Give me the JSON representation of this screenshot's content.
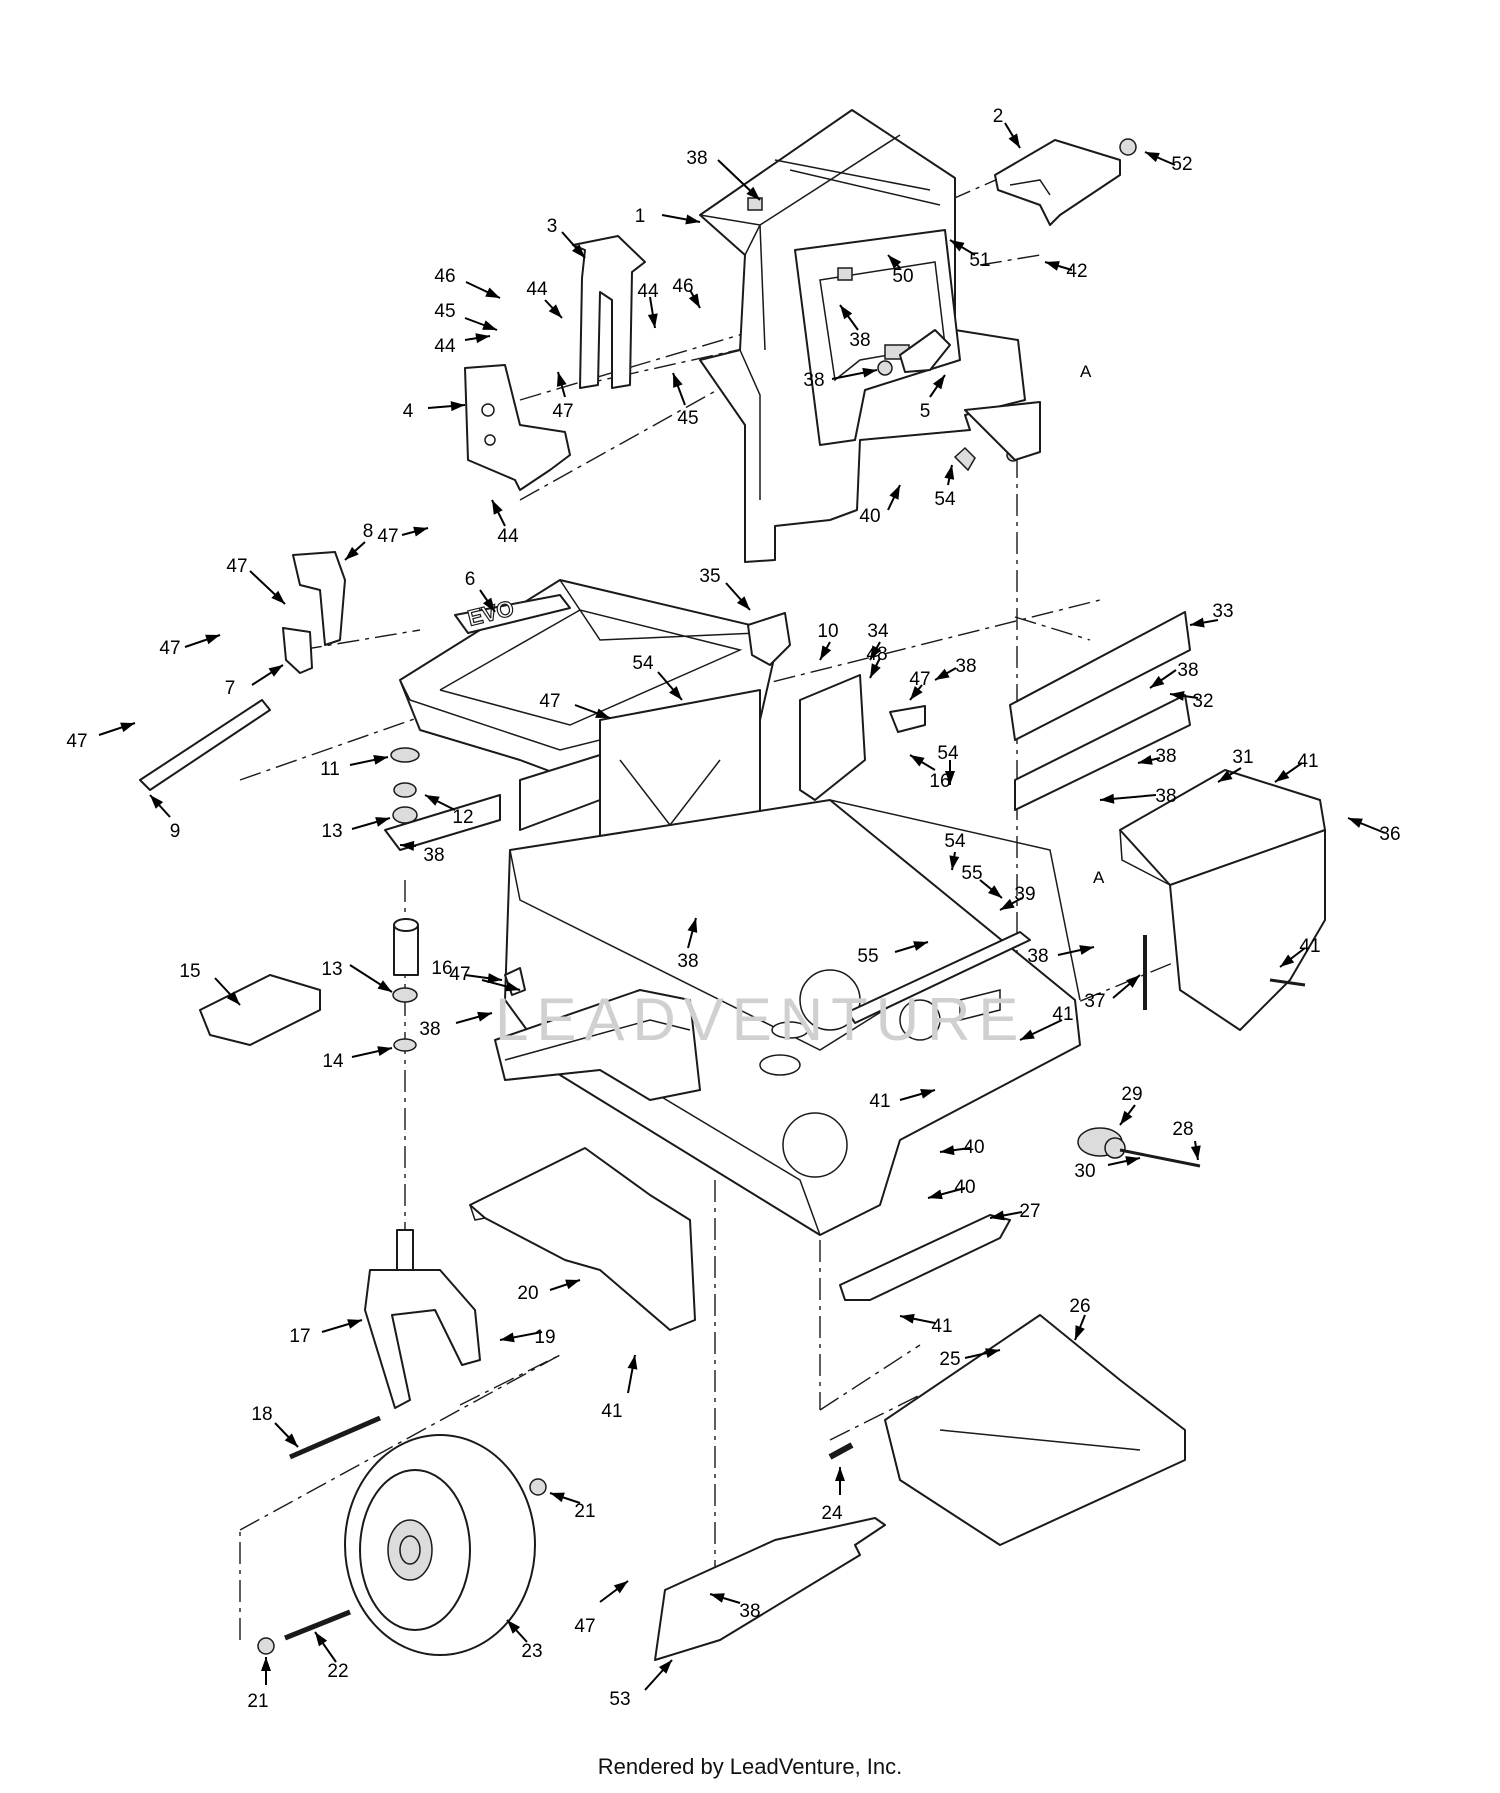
{
  "footer": {
    "credit": "Rendered by LeadVenture, Inc."
  },
  "brand_text": "EVO",
  "watermark": {
    "text": "LEADVENTURE",
    "color": "#d0d0d0"
  },
  "section_markers": [
    "A",
    "A"
  ],
  "callouts": [
    {
      "id": "c1",
      "label": "1"
    },
    {
      "id": "c2",
      "label": "2"
    },
    {
      "id": "c3",
      "label": "3"
    },
    {
      "id": "c4",
      "label": "4"
    },
    {
      "id": "c5",
      "label": "5"
    },
    {
      "id": "c6",
      "label": "6"
    },
    {
      "id": "c7",
      "label": "7"
    },
    {
      "id": "c8",
      "label": "8"
    },
    {
      "id": "c9",
      "label": "9"
    },
    {
      "id": "c10",
      "label": "10"
    },
    {
      "id": "c11",
      "label": "11"
    },
    {
      "id": "c12",
      "label": "12"
    },
    {
      "id": "c13a",
      "label": "13"
    },
    {
      "id": "c13b",
      "label": "13"
    },
    {
      "id": "c14",
      "label": "14"
    },
    {
      "id": "c15",
      "label": "15"
    },
    {
      "id": "c16a",
      "label": "16"
    },
    {
      "id": "c16b",
      "label": "16"
    },
    {
      "id": "c17",
      "label": "17"
    },
    {
      "id": "c18",
      "label": "18"
    },
    {
      "id": "c19",
      "label": "19"
    },
    {
      "id": "c20",
      "label": "20"
    },
    {
      "id": "c21a",
      "label": "21"
    },
    {
      "id": "c21b",
      "label": "21"
    },
    {
      "id": "c22",
      "label": "22"
    },
    {
      "id": "c23",
      "label": "23"
    },
    {
      "id": "c24",
      "label": "24"
    },
    {
      "id": "c25",
      "label": "25"
    },
    {
      "id": "c26",
      "label": "26"
    },
    {
      "id": "c27",
      "label": "27"
    },
    {
      "id": "c28",
      "label": "28"
    },
    {
      "id": "c29",
      "label": "29"
    },
    {
      "id": "c30",
      "label": "30"
    },
    {
      "id": "c31",
      "label": "31"
    },
    {
      "id": "c32",
      "label": "32"
    },
    {
      "id": "c33",
      "label": "33"
    },
    {
      "id": "c34",
      "label": "34"
    },
    {
      "id": "c35",
      "label": "35"
    },
    {
      "id": "c36",
      "label": "36"
    },
    {
      "id": "c37",
      "label": "37"
    },
    {
      "id": "c38a",
      "label": "38"
    },
    {
      "id": "c38b",
      "label": "38"
    },
    {
      "id": "c38c",
      "label": "38"
    },
    {
      "id": "c38d",
      "label": "38"
    },
    {
      "id": "c38e",
      "label": "38"
    },
    {
      "id": "c38f",
      "label": "38"
    },
    {
      "id": "c38g",
      "label": "38"
    },
    {
      "id": "c38h",
      "label": "38"
    },
    {
      "id": "c38i",
      "label": "38"
    },
    {
      "id": "c38j",
      "label": "38"
    },
    {
      "id": "c38k",
      "label": "38"
    },
    {
      "id": "c38l",
      "label": "38"
    },
    {
      "id": "c39",
      "label": "39"
    },
    {
      "id": "c40a",
      "label": "40"
    },
    {
      "id": "c40b",
      "label": "40"
    },
    {
      "id": "c40c",
      "label": "40"
    },
    {
      "id": "c41a",
      "label": "41"
    },
    {
      "id": "c41b",
      "label": "41"
    },
    {
      "id": "c41c",
      "label": "41"
    },
    {
      "id": "c41d",
      "label": "41"
    },
    {
      "id": "c41e",
      "label": "41"
    },
    {
      "id": "c41f",
      "label": "41"
    },
    {
      "id": "c42",
      "label": "42"
    },
    {
      "id": "c43",
      "label": "43"
    },
    {
      "id": "c44a",
      "label": "44"
    },
    {
      "id": "c44b",
      "label": "44"
    },
    {
      "id": "c44c",
      "label": "44"
    },
    {
      "id": "c44d",
      "label": "44"
    },
    {
      "id": "c45a",
      "label": "45"
    },
    {
      "id": "c45b",
      "label": "45"
    },
    {
      "id": "c46a",
      "label": "46"
    },
    {
      "id": "c46b",
      "label": "46"
    },
    {
      "id": "c47a",
      "label": "47"
    },
    {
      "id": "c47b",
      "label": "47"
    },
    {
      "id": "c47c",
      "label": "47"
    },
    {
      "id": "c47d",
      "label": "47"
    },
    {
      "id": "c47e",
      "label": "47"
    },
    {
      "id": "c47f",
      "label": "47"
    },
    {
      "id": "c47g",
      "label": "47"
    },
    {
      "id": "c47h",
      "label": "47"
    },
    {
      "id": "c47i",
      "label": "47"
    },
    {
      "id": "c48",
      "label": "48"
    },
    {
      "id": "c50",
      "label": "50"
    },
    {
      "id": "c51",
      "label": "51"
    },
    {
      "id": "c52",
      "label": "52"
    },
    {
      "id": "c53",
      "label": "53"
    },
    {
      "id": "c54a",
      "label": "54"
    },
    {
      "id": "c54b",
      "label": "54"
    },
    {
      "id": "c54c",
      "label": "54"
    },
    {
      "id": "c54d",
      "label": "54"
    },
    {
      "id": "c55a",
      "label": "55"
    },
    {
      "id": "c55b",
      "label": "55"
    }
  ]
}
